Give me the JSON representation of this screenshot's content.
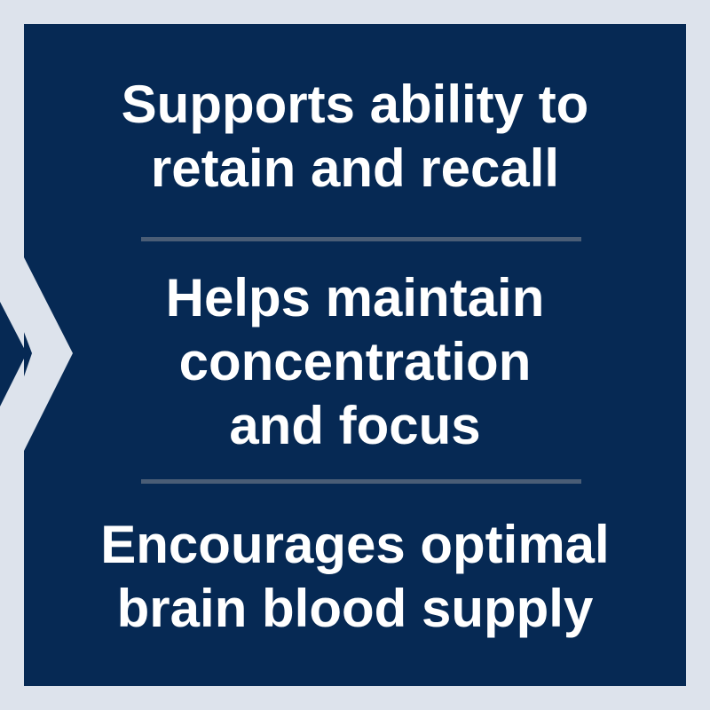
{
  "colors": {
    "background": "#dde3ec",
    "panel": "#062954",
    "chevron": "#dde3ec",
    "divider": "#4a5d76",
    "text": "#ffffff"
  },
  "benefits": [
    {
      "lines": [
        "Supports ability to",
        "retain and recall"
      ]
    },
    {
      "lines": [
        "Helps maintain",
        "concentration",
        "and focus"
      ]
    },
    {
      "lines": [
        "Encourages optimal",
        "brain blood supply"
      ]
    }
  ]
}
